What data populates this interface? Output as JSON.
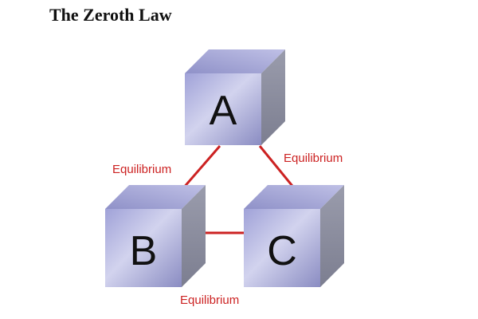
{
  "title": "The Zeroth Law",
  "cubes": [
    {
      "label": "A"
    },
    {
      "label": "B"
    },
    {
      "label": "C"
    }
  ],
  "connections": [
    {
      "from": "A",
      "to": "B",
      "label": "Equilibrium"
    },
    {
      "from": "A",
      "to": "C",
      "label": "Equilibrium"
    },
    {
      "from": "B",
      "to": "C",
      "label": "Equilibrium"
    }
  ],
  "colors": {
    "connector": "#cc2222",
    "label": "#cc2222"
  }
}
